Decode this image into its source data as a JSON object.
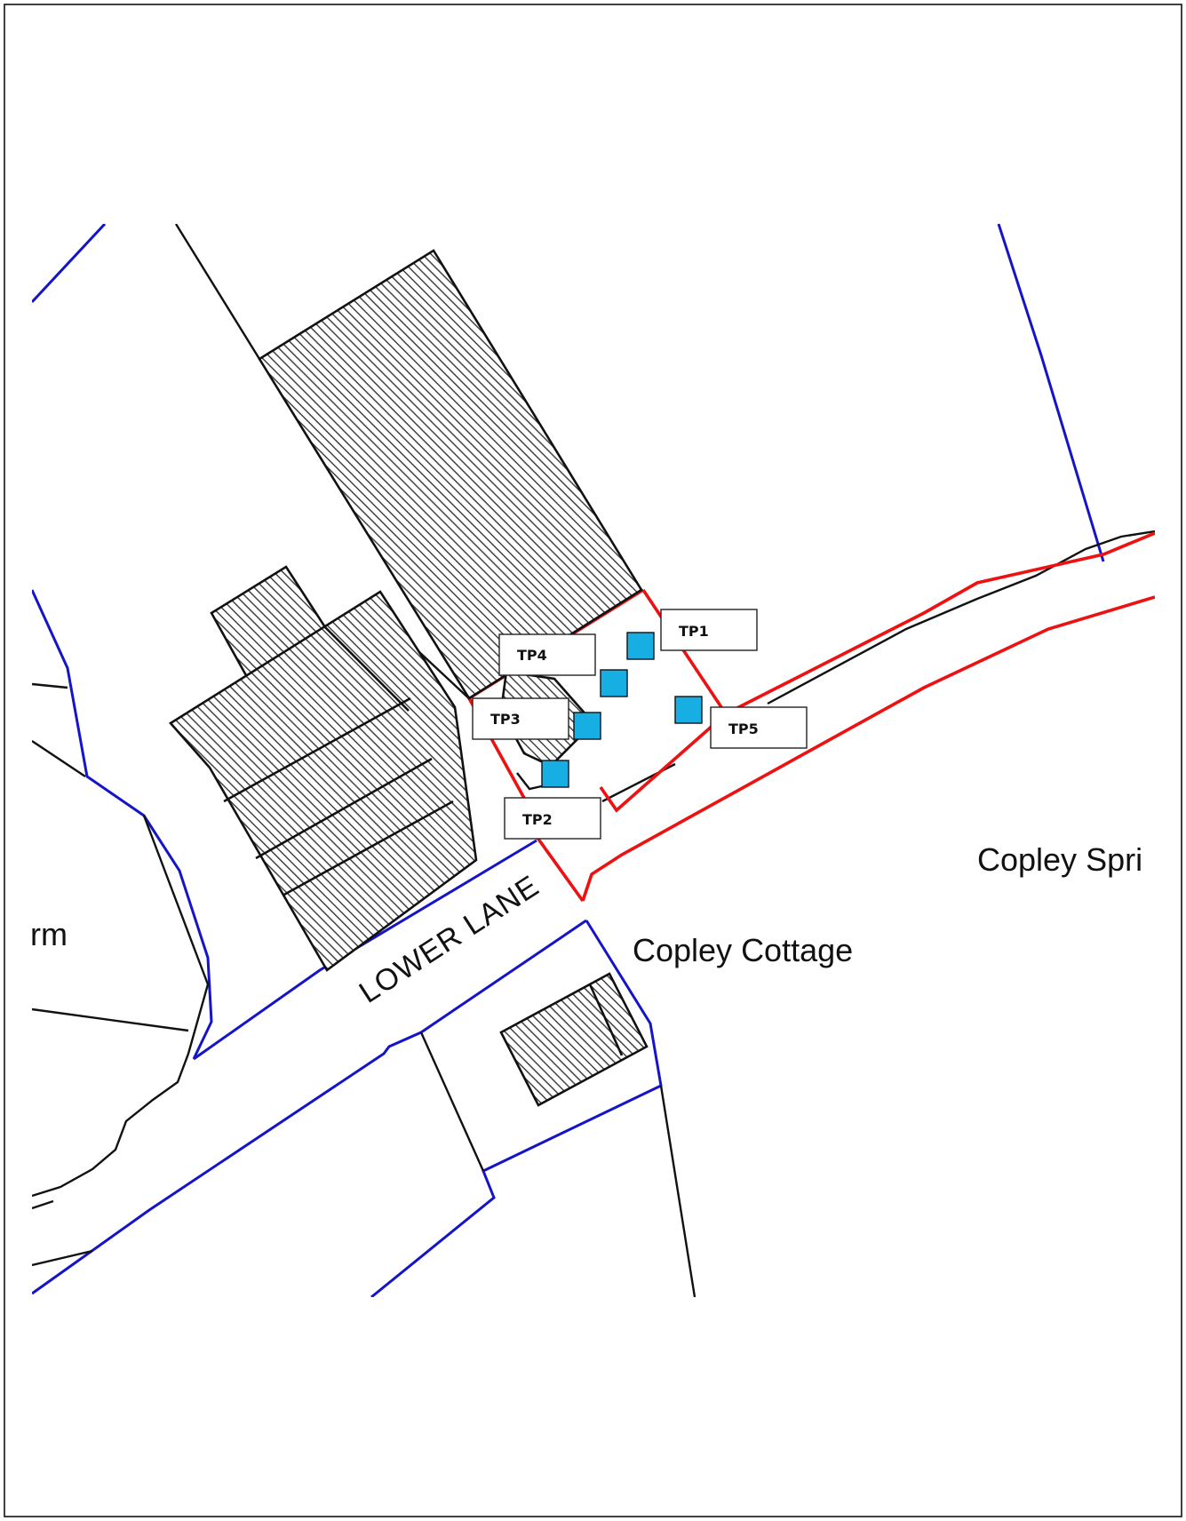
{
  "map": {
    "road_label": "LOWER LANE",
    "places": {
      "copley_cottage": "Copley Cottage",
      "copley_spri": "Copley Spri",
      "farm_fragment": "rm"
    },
    "trial_pits": [
      {
        "id": "tp1",
        "label": "TP1"
      },
      {
        "id": "tp2",
        "label": "TP2"
      },
      {
        "id": "tp3",
        "label": "TP3"
      },
      {
        "id": "tp4",
        "label": "TP4"
      },
      {
        "id": "tp5",
        "label": "TP5"
      }
    ],
    "colors": {
      "site_boundary": "#ee1111",
      "ownership_boundary": "#1414c8",
      "trial_pit": "#16aee3",
      "building_outline": "#111111"
    }
  }
}
